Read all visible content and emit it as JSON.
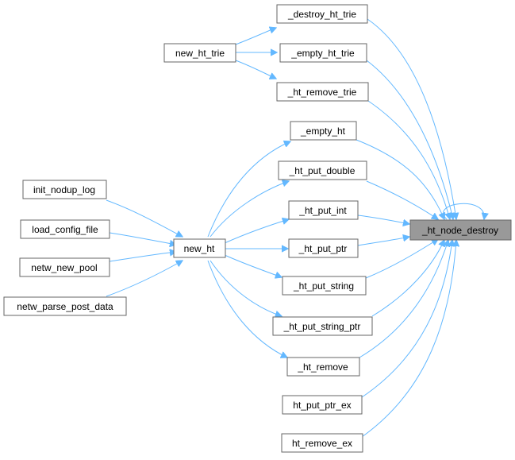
{
  "graph": {
    "edge_color": "#63b8ff",
    "node_border_color": "#666666",
    "highlight_fill": "#999999",
    "nodes": {
      "destroy_ht_trie": "_destroy_ht_trie",
      "empty_ht_trie": "_empty_ht_trie",
      "ht_remove_trie": "_ht_remove_trie",
      "new_ht_trie": "new_ht_trie",
      "empty_ht": "_empty_ht",
      "ht_put_double": "_ht_put_double",
      "ht_put_int": "_ht_put_int",
      "ht_put_ptr": "_ht_put_ptr",
      "ht_put_string": "_ht_put_string",
      "ht_put_string_ptr": "_ht_put_string_ptr",
      "ht_remove": "_ht_remove",
      "ht_put_ptr_ex": "ht_put_ptr_ex",
      "ht_remove_ex": "ht_remove_ex",
      "new_ht": "new_ht",
      "init_nodup_log": "init_nodup_log",
      "load_config_file": "load_config_file",
      "netw_new_pool": "netw_new_pool",
      "netw_parse_post_data": "netw_parse_post_data",
      "ht_node_destroy": "_ht_node_destroy"
    }
  }
}
